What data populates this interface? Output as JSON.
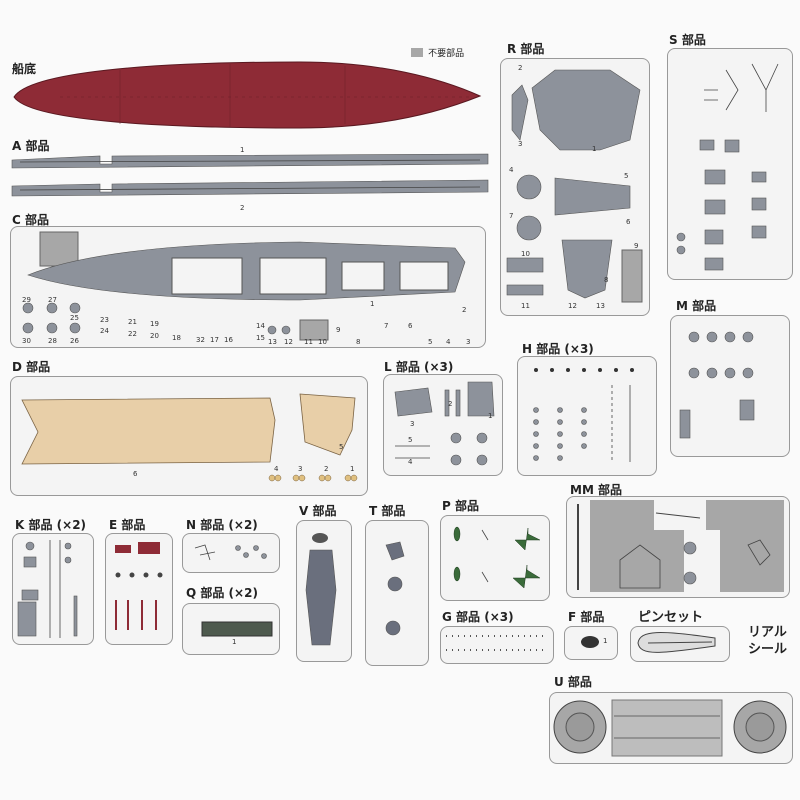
{
  "labels": {
    "hull": "船底",
    "A": "A 部品",
    "C": "C 部品",
    "D": "D 部品",
    "R": "R 部品",
    "S": "S 部品",
    "M": "M 部品",
    "L": "L 部品 (×3)",
    "H": "H 部品 (×3)",
    "K": "K 部品 (×2)",
    "E": "E 部品",
    "N": "N 部品 (×2)",
    "Q": "Q 部品 (×2)",
    "V": "V 部品",
    "T": "T 部品",
    "P": "P 部品",
    "G": "G 部品 (×3)",
    "F": "F 部品",
    "MM": "MM 部品",
    "U": "U 部品",
    "tweezers": "ピンセット",
    "seal_line1": "リアル",
    "seal_line2": "シール",
    "legend_unused": "不要部品"
  },
  "part_numbers": {
    "A": [
      "1",
      "2"
    ],
    "C": [
      "1",
      "2",
      "29",
      "30",
      "27",
      "28",
      "25",
      "26",
      "23",
      "24",
      "21",
      "22",
      "19",
      "20",
      "18",
      "32",
      "17",
      "16",
      "14",
      "15",
      "13",
      "12",
      "11",
      "10",
      "9",
      "8",
      "7",
      "6",
      "5",
      "4",
      "3"
    ],
    "D": [
      "1",
      "2",
      "3",
      "4",
      "5",
      "6"
    ],
    "R": [
      "1",
      "2",
      "3",
      "4",
      "5",
      "6",
      "7",
      "8",
      "9",
      "10",
      "11",
      "12",
      "13"
    ],
    "L": [
      "1",
      "2",
      "3",
      "4",
      "5"
    ],
    "Q": [
      "1"
    ],
    "F": [
      "1"
    ]
  },
  "colors": {
    "hull_red": "#8e2b36",
    "gray_part": "#8d929b",
    "deck_tan": "#e8cfa8",
    "runner": "#999999",
    "unused_swatch": "#a7a7a7",
    "plane_green": "#3a6b3a"
  }
}
